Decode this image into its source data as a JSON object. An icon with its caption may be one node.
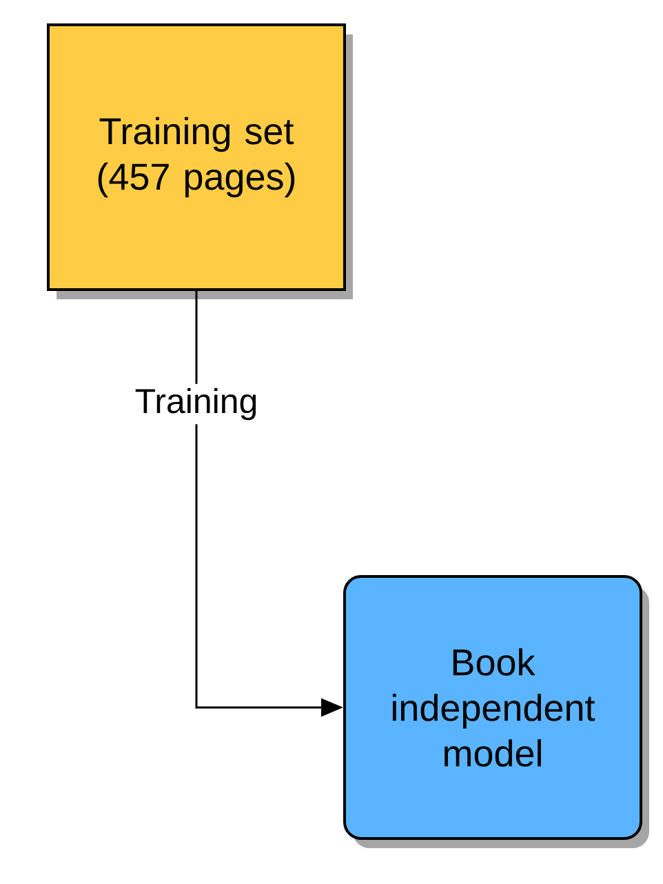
{
  "diagram": {
    "nodes": [
      {
        "text": [
          "Training set (457 pages)"
        ]
      },
      {
        "text": [
          "Book independent model"
        ]
      }
    ],
    "edges": [
      {
        "from": 0,
        "to": 1,
        "arrow": "to",
        "label": "Training"
      }
    ]
  }
}
